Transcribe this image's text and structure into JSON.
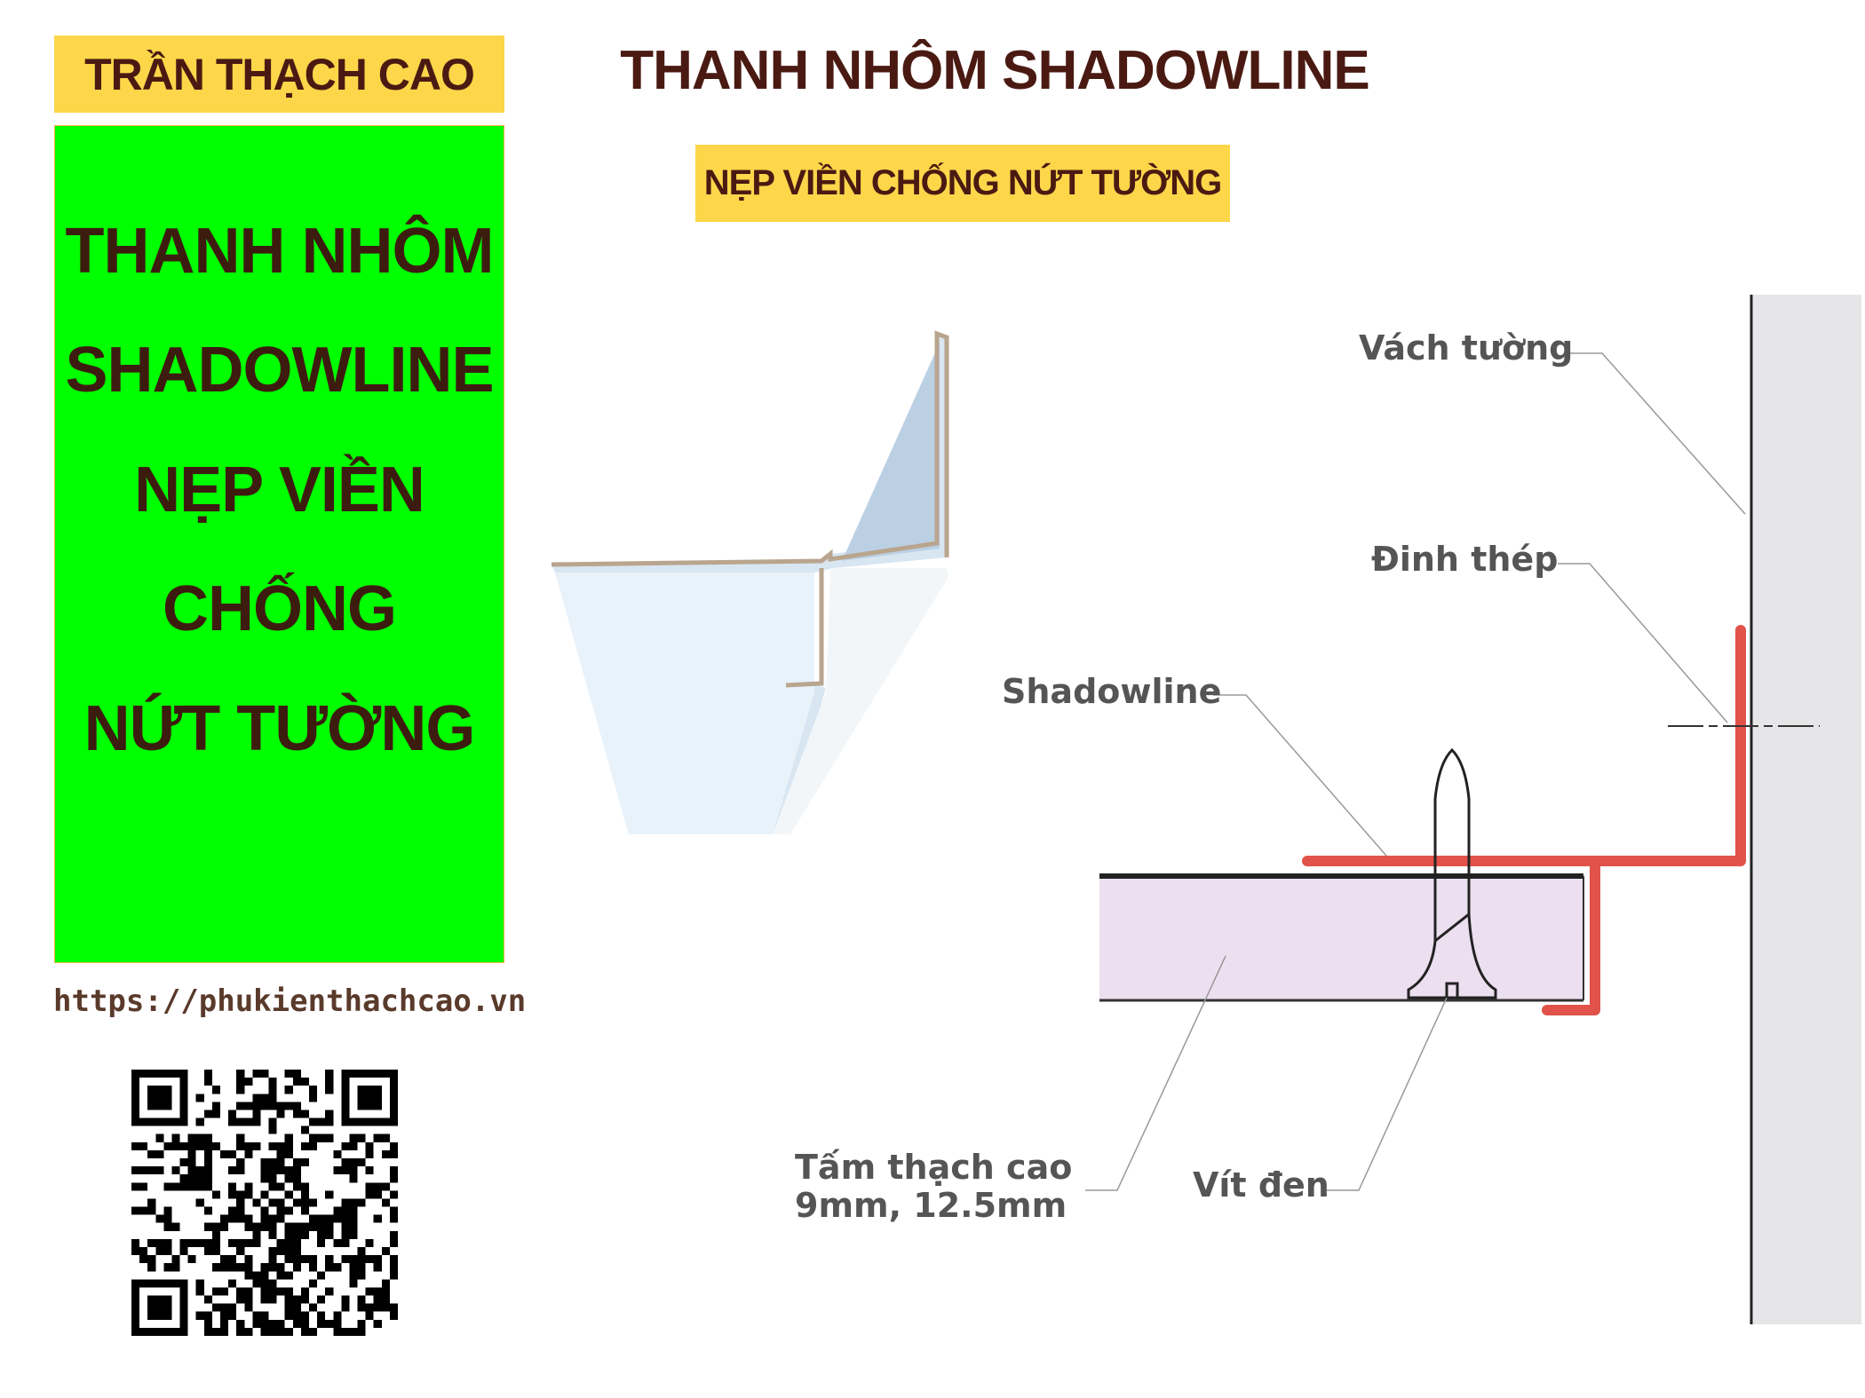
{
  "brand_label": "TRẦN THẠCH CAO",
  "title": "THANH NHÔM SHADOWLINE",
  "subtitle": "NẸP VIỀN CHỐNG NỨT TƯỜNG",
  "green_panel": {
    "lines": [
      "THANH NHÔM",
      "SHADOWLINE",
      "NẸP VIỀN",
      "CHỐNG",
      "NỨT TƯỜNG"
    ]
  },
  "website_url": "https://phukienthachcao.vn",
  "diagram": {
    "labels": {
      "wall": "Vách tường",
      "nail": "Đinh thép",
      "shadowline": "Shadowline",
      "board_line1": "Tấm thạch cao",
      "board_line2": "9mm,  12.5mm",
      "screw": "Vít đen"
    }
  },
  "colors": {
    "brand_dark": "#4a1a12",
    "yellow": "#fdd64a",
    "green": "#00ff00",
    "profile_red": "#e0524a",
    "wall_gray": "#e6e6e8",
    "board": "#ecdff0"
  }
}
